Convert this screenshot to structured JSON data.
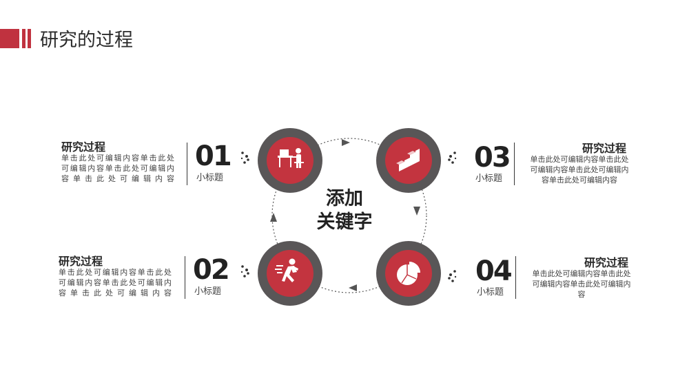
{
  "page": {
    "title": "研究的过程"
  },
  "center": {
    "line1": "添加",
    "line2": "关键字"
  },
  "steps": [
    {
      "number": "01",
      "subtitle": "小标题",
      "heading": "研究过程",
      "desc_lines": [
        "单击此处可编辑内容单击此处",
        "可编辑内容单击此处可编辑内",
        "容单击此处可编辑内容"
      ],
      "icon": "desk-worker-icon"
    },
    {
      "number": "02",
      "subtitle": "小标题",
      "heading": "研究过程",
      "desc_lines": [
        "单击此处可编辑内容单击此处",
        "可编辑内容单击此处可编辑内",
        "容单击此处可编辑内容"
      ],
      "icon": "running-man-icon"
    },
    {
      "number": "03",
      "subtitle": "小标题",
      "heading": "研究过程",
      "desc_lines": [
        "单击此处可编辑内容单击此处",
        "可编辑内容单击此处可编辑内",
        "容单击此处可编辑内容"
      ],
      "icon": "bar-blocks-icon"
    },
    {
      "number": "04",
      "subtitle": "小标题",
      "heading": "研究过程",
      "desc_lines": [
        "单击此处可编辑内容单击此处",
        "可编辑内容单击此处可编辑内",
        "容"
      ],
      "icon": "pie-chart-icon"
    }
  ],
  "colors": {
    "accent": "#c3343f",
    "ring": "#595657",
    "text": "#2a2a2a"
  }
}
